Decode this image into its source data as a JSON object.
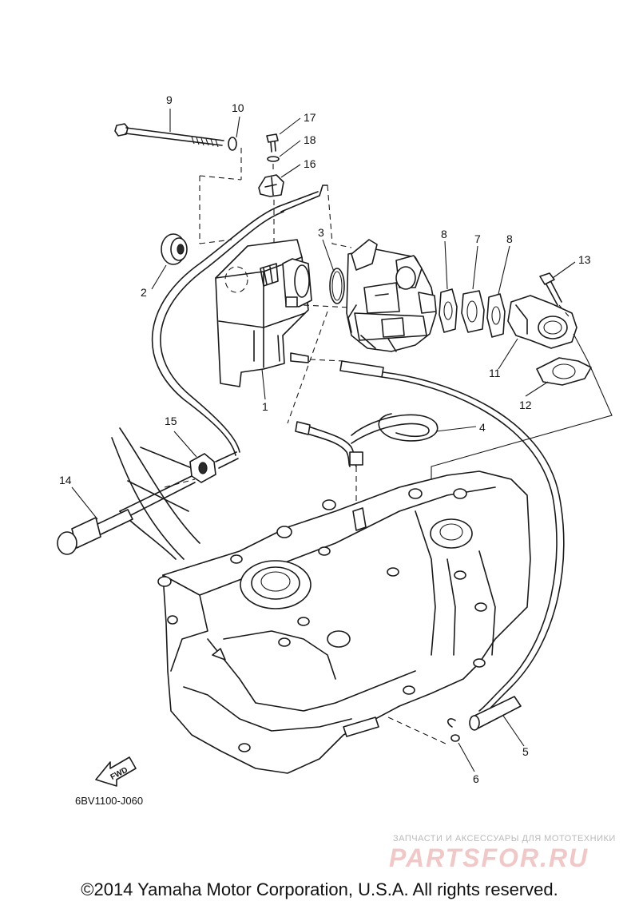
{
  "diagram": {
    "code": "6BV1100-J060",
    "fwd_label": "FWD",
    "copyright": "©2014 Yamaha Motor Corporation, U.S.A. All rights reserved.",
    "watermark": {
      "tagline": "ЗАПЧАСТИ И АКСЕССУАРЫ ДЛЯ МОТОТЕХНИКИ",
      "logo": "PARTSFOR.RU"
    },
    "callouts": {
      "c1": "1",
      "c2": "2",
      "c3": "3",
      "c4": "4",
      "c5": "5",
      "c6": "6",
      "c7": "7",
      "c8a": "8",
      "c8b": "8",
      "c9": "9",
      "c10": "10",
      "c11": "11",
      "c12": "12",
      "c13": "13",
      "c14": "14",
      "c15": "15",
      "c16": "16",
      "c17": "17",
      "c18": "18"
    }
  }
}
